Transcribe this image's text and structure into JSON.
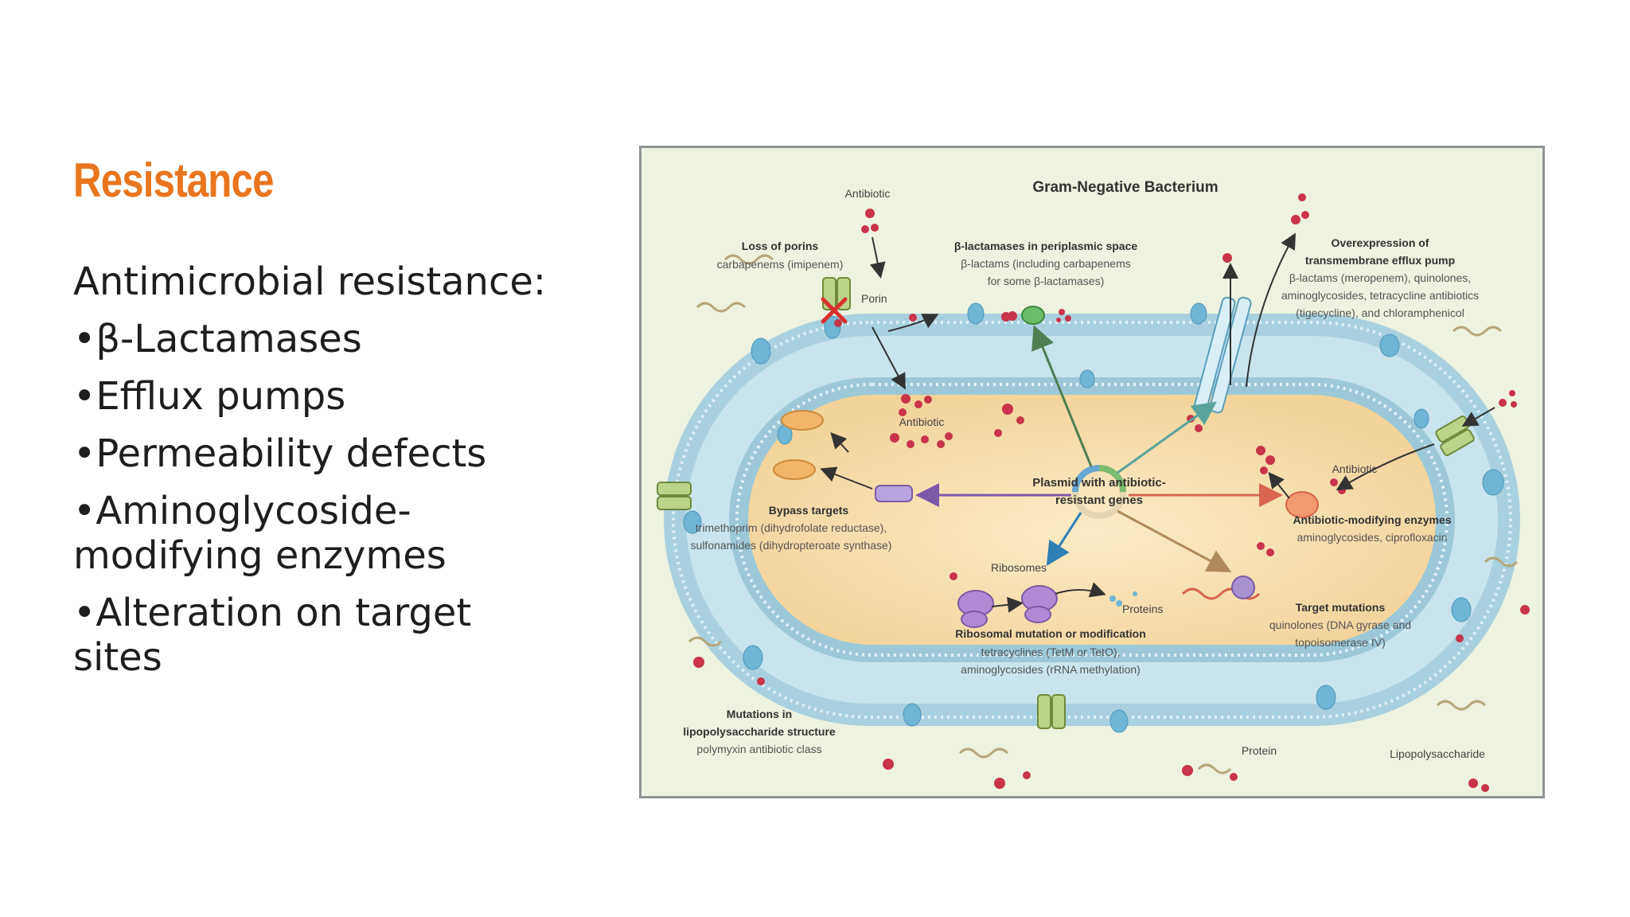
{
  "slide": {
    "title": "Resistance",
    "intro": "Antimicrobial resistance:",
    "bullets": [
      "•β-Lactamases",
      "•Efflux pumps",
      "•Permeability defects",
      "•Aminoglycoside-modifying enzymes",
      "•Alteration on target sites"
    ]
  },
  "figure": {
    "title": "Gram-Negative Bacterium",
    "labels": {
      "antibiotic_top": "Antibiotic",
      "porin": "Porin",
      "loss_of_porins_head": "Loss of porins",
      "loss_of_porins_sub": "carbapenems (imipenem)",
      "blactamase_head": "β-lactamases in periplasmic space",
      "blactamase_sub1": "β-lactams (including carbapenems",
      "blactamase_sub2": "for some β-lactamases)",
      "efflux_head1": "Overexpression of",
      "efflux_head2": "transmembrane efflux pump",
      "efflux_sub1": "β-lactams (meropenem), quinolones,",
      "efflux_sub2": "aminoglycosides, tetracycline antibiotics",
      "efflux_sub3": "(tigecycline), and chloramphenicol",
      "antibiotic_inner": "Antibiotic",
      "antibiotic_right": "Antibiotic",
      "plasmid_1": "Plasmid with antibiotic-",
      "plasmid_2": "resistant genes",
      "bypass_head": "Bypass targets",
      "bypass_sub1": "trimethoprim (dihydrofolate reductase),",
      "bypass_sub2": "sulfonamides (dihydropteroate synthase)",
      "modifying_head": "Antibiotic-modifying enzymes",
      "modifying_sub": "aminoglycosides, ciprofloxacin",
      "ribosomes": "Ribosomes",
      "proteins": "Proteins",
      "ribosomal_head": "Ribosomal mutation or modification",
      "ribosomal_sub1": "tetracyclines (TetM or TetO),",
      "ribosomal_sub2": "aminoglycosides (rRNA methylation)",
      "target_head": "Target mutations",
      "target_sub1": "quinolones (DNA gyrase and",
      "target_sub2": "topoisomerase IV)",
      "lps_head1": "Mutations in",
      "lps_head2": "lipopolysaccharide structure",
      "lps_sub": "polymyxin antibiotic class",
      "protein": "Protein",
      "lipopolysaccharide": "Lipopolysaccharide"
    },
    "colors": {
      "membrane": "#bcdbe6",
      "cytoplasm": "#f6dfae",
      "antibiotic": "#c8344a",
      "arrow_green": "#4d7f52",
      "arrow_blue": "#2f7fb4",
      "arrow_purple": "#7c5aa8",
      "arrow_red": "#d8664e",
      "arrow_brown": "#b08a5a"
    }
  }
}
